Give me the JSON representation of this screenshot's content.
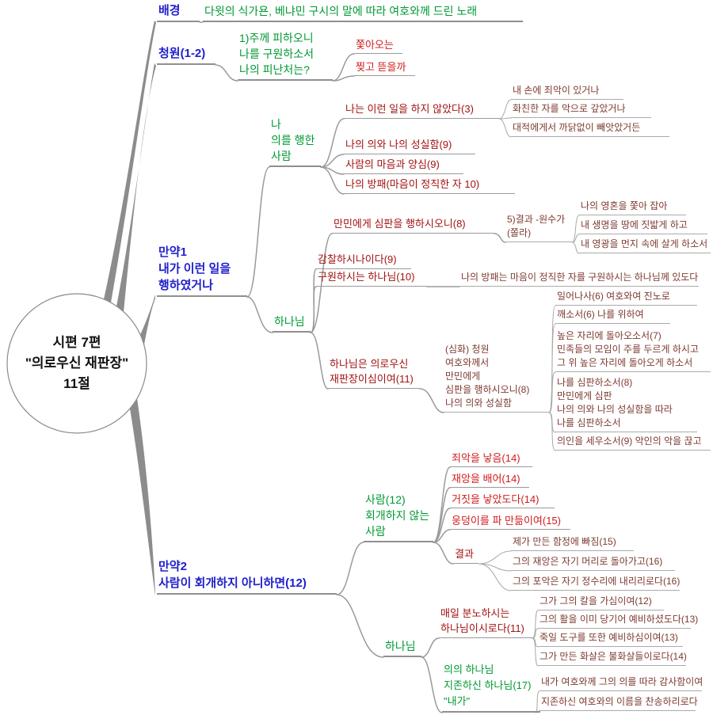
{
  "title": "시편 7편 마인드맵",
  "colors": {
    "branch_blue": "#2020cc",
    "topic_green": "#009933",
    "item_red": "#d01b1b",
    "item_darkred": "#a11212",
    "leaf_brown": "#7d3a30",
    "line_gray": "#9a9a9a"
  },
  "center": {
    "text": "시편 7편\n\"의로우신 재판장\"\n11절"
  },
  "background": {
    "label": "배경",
    "note": "다윗의 식가욘, 베냐민 구시의 말에 따라 여호와께 드린 노래"
  },
  "petition": {
    "label": "청원(1-2)",
    "plea": "1)주께 피하오니\n나를 구원하소서\n나의 피난처는?",
    "enemy_1": "쫓아오는",
    "enemy_2": "찢고 뜯을까"
  },
  "if1": {
    "label": "만약1\n내가 이런 일을\n행하였거나",
    "me": {
      "label": "나\n의를 행한\n사람",
      "claim": "나는 이런 일을 하지 않았다(3)",
      "claim_leaves": [
        "내 손에 죄악이 있거나",
        "화친한 자를 악으로 갚았거나",
        "대적에게서 까닭없이 빼앗았거든"
      ],
      "integrity": "나의 의와 나의 성실함(9)",
      "heart": "사람의 마음과 양심(9)",
      "shield": "나의 방패(마음이 정직한 자 10)"
    },
    "god": {
      "label": "하나님",
      "judge_all": "만민에게 심판을 행하시오니(8)",
      "result": "5)결과 -원수가\n(쫄라)",
      "result_leaves": [
        "나의 영혼을 쫓아 잡아",
        "내 생명을 땅에 짓밟게 하고",
        "내 영광을 먼지 속에 살게 하소서"
      ],
      "watch": "감찰하시나이다(9)",
      "savior": "구원하시는 하나님(10)",
      "savior_leaf": "나의 방패는 마음이 정직한 자를 구원하시는 하나님께 있도다",
      "judge": "하나님은 의로우신\n재판장이심이여(11)",
      "judge_mid": "(심화) 청원\n여호와께서\n만민에게\n심판을 행하시오니(8)\n나의 의와 성실함",
      "judge_leaves": [
        "일어나사(6) 여호와여 진노로",
        "깨소서(6) 나를 위하여",
        "높은 자리에 돌아오소서(7)\n민족들의 모임이 주를 두르게 하시고\n그 위 높은 자리에 돌아오게 하소서",
        "나를 심판하소서(8)\n만민에게 심판\n나의 의와 나의 성실함을 따라\n나를 심판하소서",
        "의인을 세우소서(9) 악인의 악을 끊고"
      ]
    }
  },
  "if2": {
    "label": "만약2\n사람이 회개하지 아니하면(12)",
    "man": {
      "label": "사람(12)\n회개하지 않는\n사람",
      "items": [
        "죄악을 낳음(14)",
        "재앙을 배어(14)",
        "거짓을 낳았도다(14)",
        "웅덩이를 파 만듦이여(15)"
      ],
      "result_label": "결과",
      "result_leaves": [
        "제가 만든 함정에 빠짐(15)",
        "그의 재앙은 자기 머리로 돌아가고(16)",
        "그의 포악은 자기 정수리에 내리리로다(16)"
      ]
    },
    "god": {
      "label": "하나님",
      "anger": "매일 분노하시는\n하나님이시로다(11)",
      "anger_leaves": [
        "그가 그의 칼을 가심이여(12)",
        "그의 활을 이미 당기어 예비하셨도다(13)",
        "죽일 도구를 또한 예비하심이여(13)",
        "그가 만든 화살은 불화살들이로다(14)"
      ],
      "righteous": "의의 하나님\n지존하신 하나님(17)\n\"내가\"",
      "righteous_leaves": [
        "내가 여호와께 그의 의를 따라 감사함이여",
        "지존하신 여호와의 이름을 찬송하리로다"
      ]
    }
  }
}
